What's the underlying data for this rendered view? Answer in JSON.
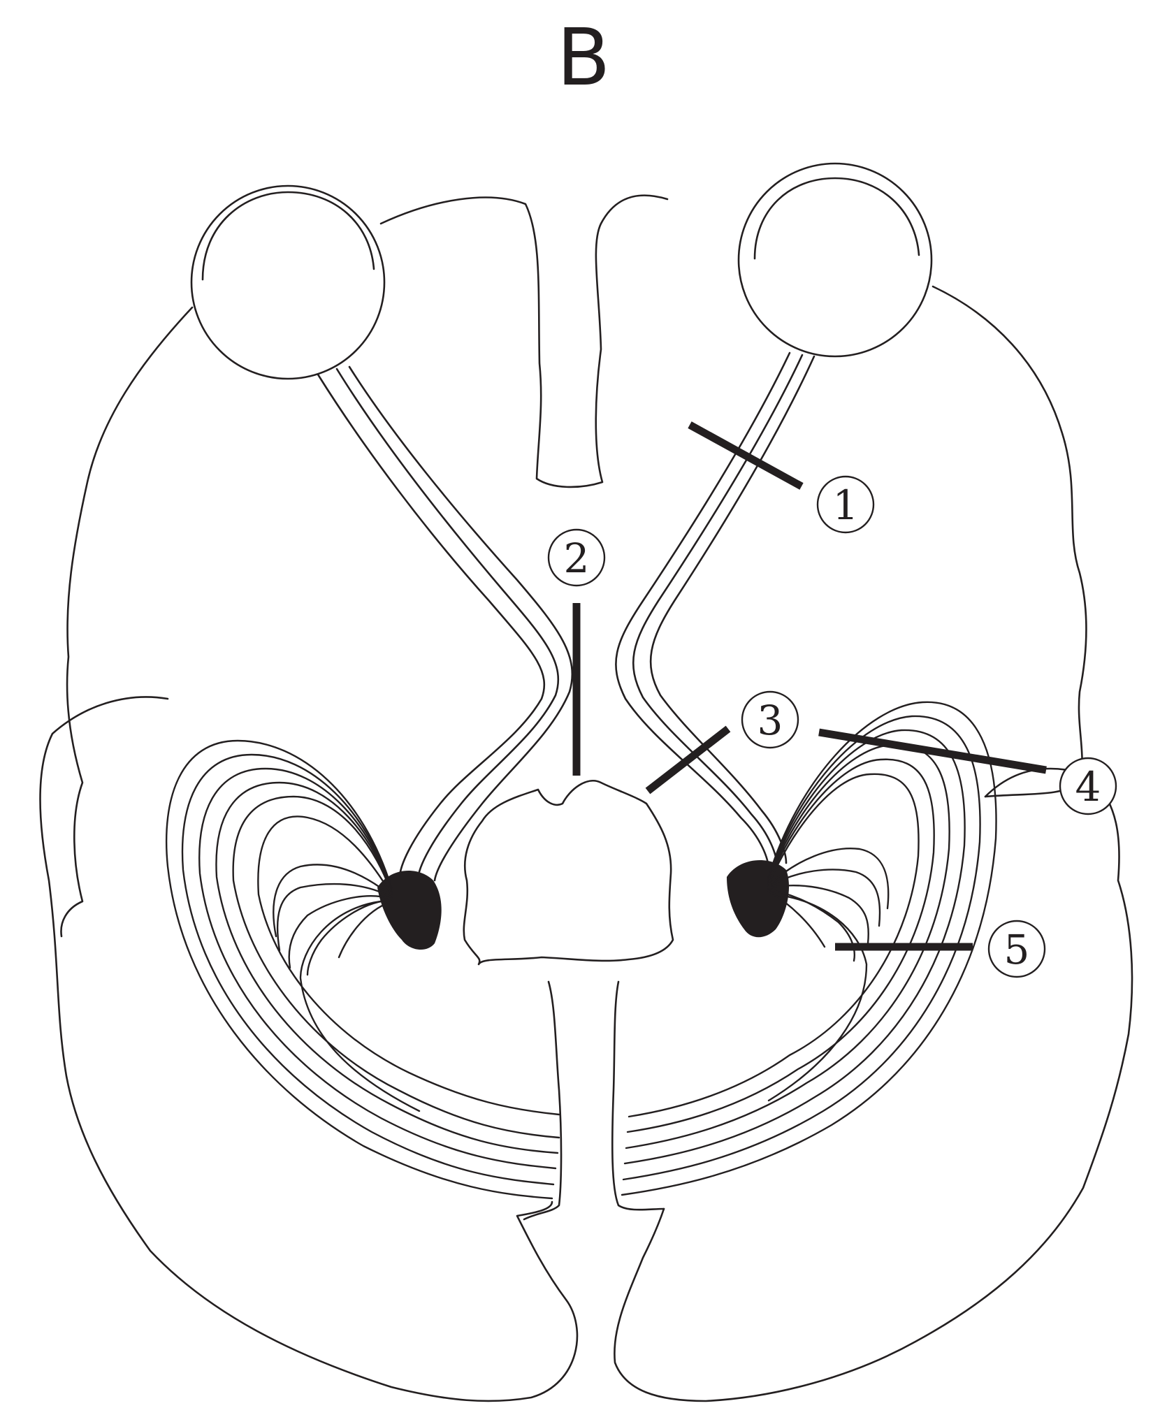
{
  "figure": {
    "panel_label": "B",
    "lesion_labels": [
      {
        "id": "lesion-1",
        "label": "1"
      },
      {
        "id": "lesion-2",
        "label": "2"
      },
      {
        "id": "lesion-3",
        "label": "3"
      },
      {
        "id": "lesion-4",
        "label": "4"
      },
      {
        "id": "lesion-5",
        "label": "5"
      }
    ]
  },
  "colors": {
    "ink": "#231f20",
    "background": "#ffffff"
  }
}
